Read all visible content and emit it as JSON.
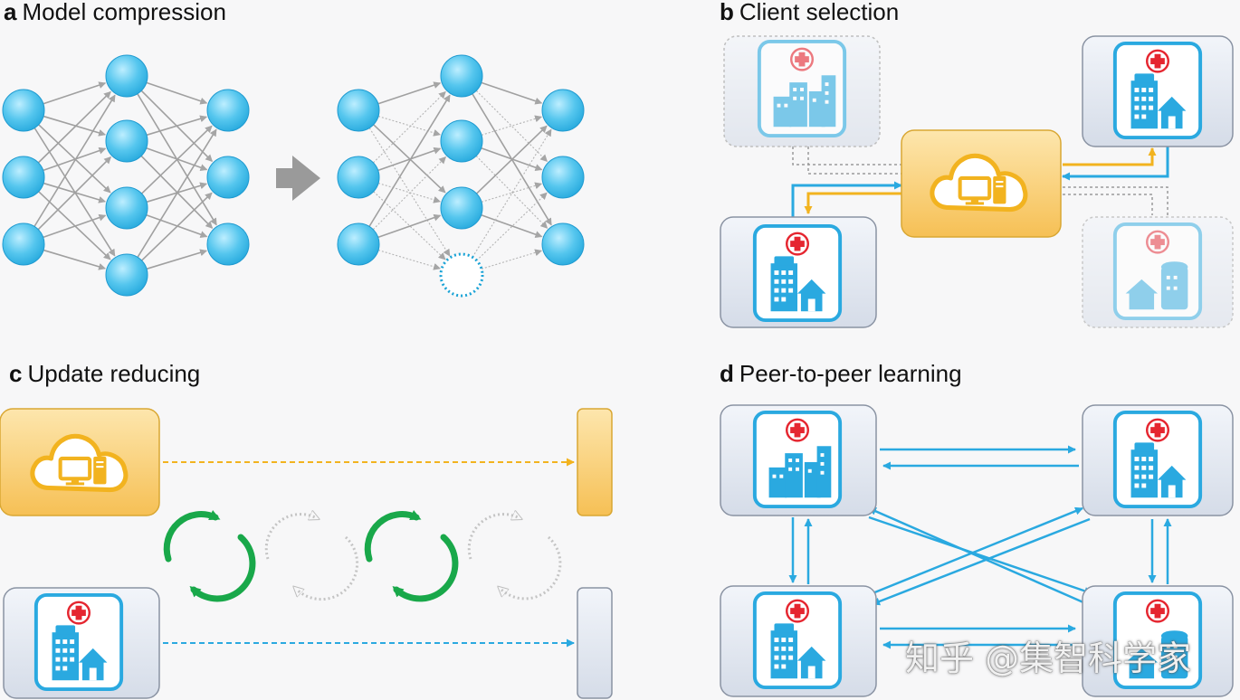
{
  "panels": {
    "a": {
      "letter": "a",
      "title": "Model compression"
    },
    "b": {
      "letter": "b",
      "title": "Client selection"
    },
    "c": {
      "letter": "c",
      "title": "Update reducing"
    },
    "d": {
      "letter": "d",
      "title": "Peer-to-peer learning"
    }
  },
  "watermark": "知乎 @集智科学家",
  "colors": {
    "node": "#4fc3ea",
    "node_stroke": "#1aa3d6",
    "cloud_orange": "#f7c238",
    "client_blue": "#2aa9e0",
    "green": "#19a84a",
    "cross_red": "#e52630",
    "arrow_gray": "#9a9a9a"
  },
  "icons": [
    "hospital-icon",
    "cloud-server-icon",
    "cycle-arrows-icon",
    "arrow-right-icon"
  ]
}
